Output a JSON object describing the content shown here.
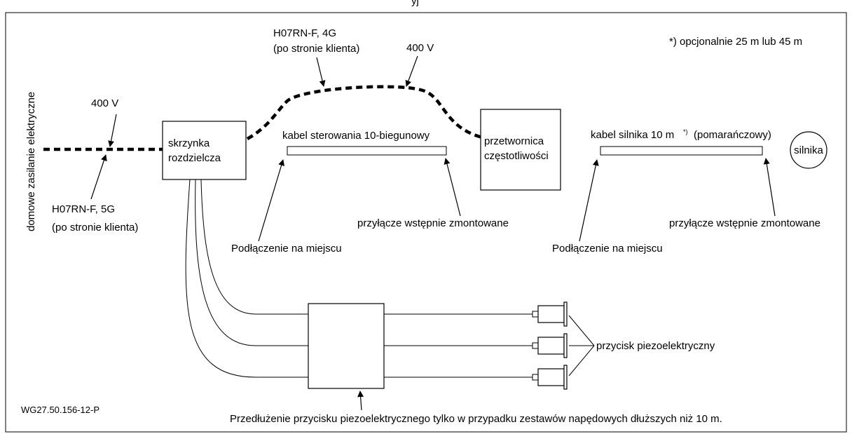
{
  "header": {
    "partial_title": "yj"
  },
  "labels": {
    "power_supply": "domowe zasilanie elektryczne",
    "voltage_main": "400 V",
    "voltage_top": "400 V",
    "cable_main_line1": "H07RN-F, 5G",
    "cable_main_line2": "(po stronie klienta)",
    "cable_top_line1": "H07RN-F, 4G",
    "cable_top_line2": "(po stronie klienta)",
    "footnote": "*) opcjonalnie 25 m lub 45 m",
    "control_cable": "kabel sterowania 10-biegunowy",
    "motor_cable_part1": "kabel silnika 10 m",
    "motor_cable_sup": "*)",
    "motor_cable_part2": "(pomarańczowy)",
    "preassembled_left": "przyłącze wstępnie zmontowane",
    "preassembled_right": "przyłącze wstępnie zmontowane",
    "onsite_left": "Podłączenie na miejscu",
    "onsite_right": "Podłączenie na miejscu",
    "piezo_button": "przycisk piezoelektryczny",
    "extension_note": "Przedłużenie przycisku piezoelektrycznego tylko w przypadku zestawów napędowych dłuższych niż 10 m.",
    "drawing_id": "WG27.50.156-12-P"
  },
  "components": {
    "junction_box_line1": "skrzynka",
    "junction_box_line2": "rozdzielcza",
    "converter_line1": "przetwornica",
    "converter_line2": "częstotliwości",
    "motor": "silnika"
  }
}
